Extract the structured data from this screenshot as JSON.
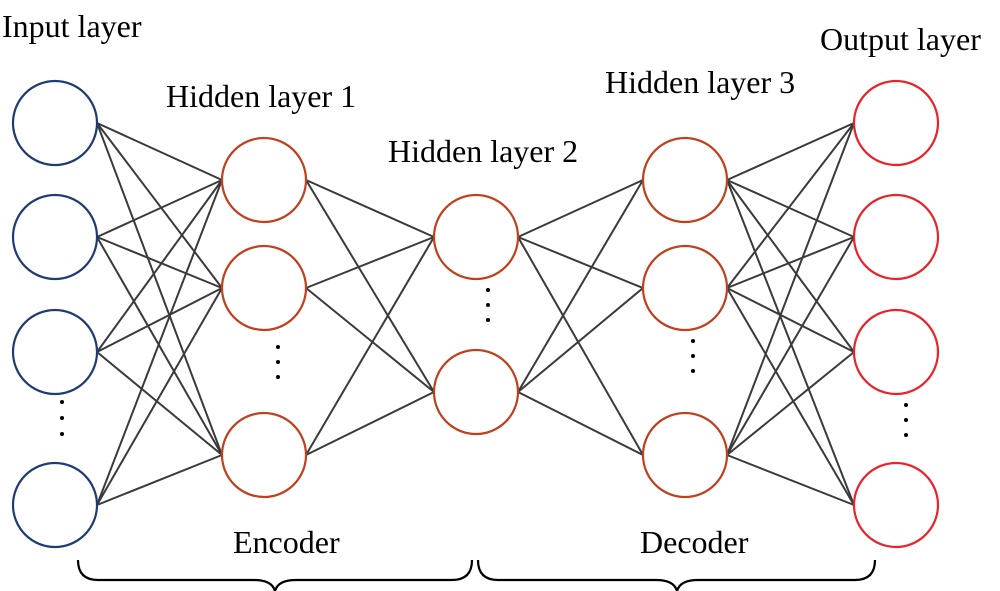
{
  "labels": {
    "input_layer": "Input layer",
    "hidden_layer_1": "Hidden layer 1",
    "hidden_layer_2": "Hidden layer 2",
    "hidden_layer_3": "Hidden layer 3",
    "output_layer": "Output layer",
    "encoder": "Encoder",
    "decoder": "Decoder"
  },
  "colors": {
    "input_nodes": "#1f3b73",
    "hidden_nodes": "#c0401e",
    "output_nodes": "#e8232a",
    "edges": "#3a3a3a"
  },
  "layers": [
    {
      "name": "input-layer",
      "node_count": 4,
      "ellipsis": true,
      "color_key": "input_nodes"
    },
    {
      "name": "hidden-layer-1",
      "node_count": 3,
      "ellipsis": true,
      "color_key": "hidden_nodes"
    },
    {
      "name": "hidden-layer-2",
      "node_count": 2,
      "ellipsis": true,
      "color_key": "hidden_nodes"
    },
    {
      "name": "hidden-layer-3",
      "node_count": 3,
      "ellipsis": true,
      "color_key": "hidden_nodes"
    },
    {
      "name": "output-layer",
      "node_count": 4,
      "ellipsis": true,
      "color_key": "output_nodes"
    }
  ]
}
